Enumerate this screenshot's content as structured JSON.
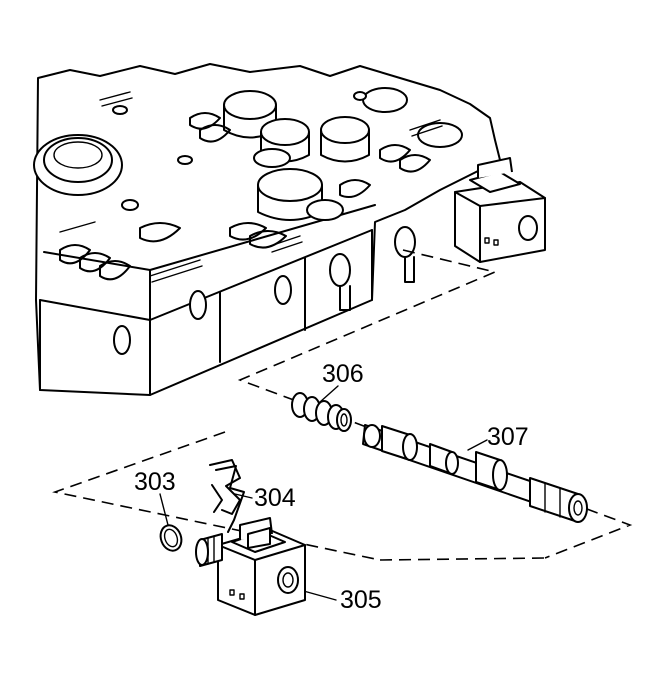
{
  "diagram": {
    "callouts": {
      "c303": "303",
      "c304": "304",
      "c305": "305",
      "c306": "306",
      "c307": "307"
    }
  }
}
